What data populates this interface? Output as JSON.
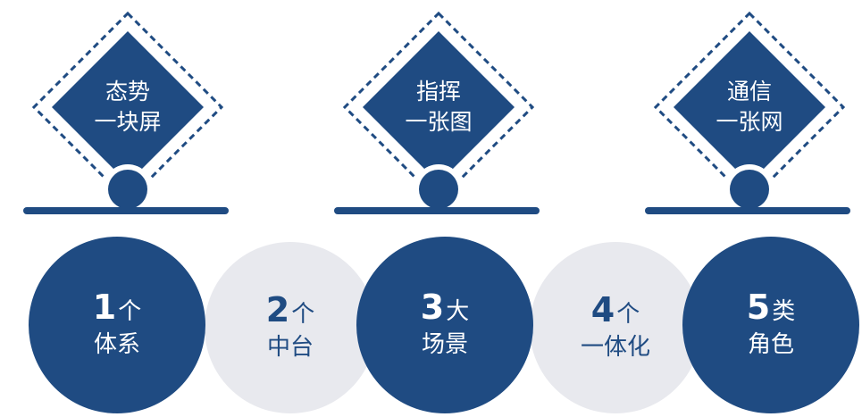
{
  "colors": {
    "primary": "#1f4b82",
    "light": "#e8e9ee",
    "text_light": "#ffffff"
  },
  "diamonds": [
    {
      "line1": "态势",
      "line2": "一块屏"
    },
    {
      "line1": "指挥",
      "line2": "一张图"
    },
    {
      "line1": "通信",
      "line2": "一张网"
    }
  ],
  "circles": [
    {
      "number": "1",
      "unit": "个",
      "label": "体系",
      "style": "dark"
    },
    {
      "number": "2",
      "unit": "个",
      "label": "中台",
      "style": "light"
    },
    {
      "number": "3",
      "unit": "大",
      "label": "场景",
      "style": "dark"
    },
    {
      "number": "4",
      "unit": "个",
      "label": "一体化",
      "style": "light"
    },
    {
      "number": "5",
      "unit": "类",
      "label": "角色",
      "style": "dark"
    }
  ]
}
